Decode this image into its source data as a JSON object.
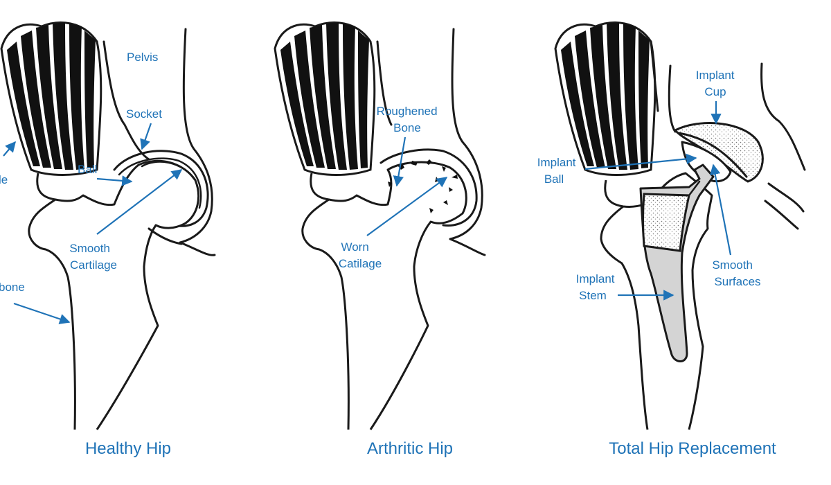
{
  "colors": {
    "label": "#1f73b7",
    "outline": "#1a1a1a",
    "implant_grey": "#d4d4d4"
  },
  "panels": [
    {
      "caption": "Healthy Hip",
      "labels": {
        "muscle": "le",
        "pelvis": "Pelvis",
        "socket": "Socket",
        "ball": "Ball",
        "cartilage": [
          "Smooth",
          "Cartilage"
        ],
        "bone": "bone"
      }
    },
    {
      "caption": "Arthritic Hip",
      "labels": {
        "roughened_bone": [
          "Roughened",
          "Bone"
        ],
        "worn_cartilage": [
          "Worn",
          "Catilage"
        ]
      }
    },
    {
      "caption": "Total Hip Replacement",
      "labels": {
        "implant_cup": [
          "Implant",
          "Cup"
        ],
        "implant_ball": [
          "Implant",
          "Ball"
        ],
        "smooth_surfaces": [
          "Smooth",
          "Surfaces"
        ],
        "implant_stem": [
          "Implant",
          "Stem"
        ]
      }
    }
  ]
}
